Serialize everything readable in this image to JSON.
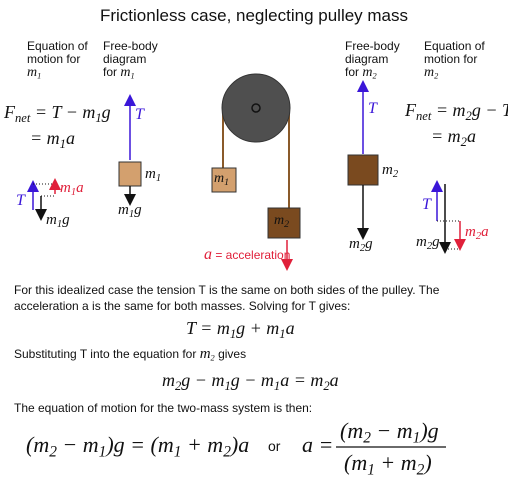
{
  "title": "Frictionless case, neglecting pulley mass",
  "left_eom_header": {
    "line1": "Equation of",
    "line2": "motion for",
    "mass": "m",
    "sub": "1"
  },
  "left_fbd_header": {
    "line1": "Free-body",
    "line2": "diagram",
    "prefix": "for",
    "mass": "m",
    "sub": "1"
  },
  "right_fbd_header": {
    "line1": "Free-body",
    "line2": "diagram",
    "prefix": "for",
    "mass": "m",
    "sub": "2"
  },
  "right_eom_header": {
    "line1": "Equation of",
    "line2": "motion for",
    "mass": "m",
    "sub": "2"
  },
  "eq_m1_line1": {
    "f": "F",
    "net": "net",
    "rest": "= T − m",
    "sub": "1",
    "g": "g"
  },
  "eq_m1_line2": {
    "pre": "= m",
    "sub": "1",
    "a": "a"
  },
  "eq_m2_line1": {
    "f": "F",
    "net": "net",
    "rest": "= m",
    "sub": "2",
    "post": "g − T"
  },
  "eq_m2_line2": {
    "pre": "= m",
    "sub": "2",
    "a": "a"
  },
  "vec": {
    "T": "T",
    "m1a": {
      "m": "m",
      "sub": "1",
      "a": "a"
    },
    "m1g": {
      "m": "m",
      "sub": "1",
      "g": "g"
    },
    "m2a": {
      "m": "m",
      "sub": "2",
      "a": "a"
    },
    "m2g": {
      "m": "m",
      "sub": "2",
      "g": "g"
    }
  },
  "accel_label": {
    "a": "a",
    "text": "= acceleration"
  },
  "para1_line1": "For this idealized case the tension T is the same on both sides of the pulley. The",
  "para1_line2": "acceleration a is the same for both masses. Solving for T gives:",
  "eq_T": {
    "lhs": "T = m",
    "s1": "1",
    "mid": "g + m",
    "s2": "1",
    "end": "a"
  },
  "para2": {
    "text": "Substituting T into the equation for",
    "m": "m",
    "sub": "2",
    "post": "gives"
  },
  "eq_sub": {
    "p1": "m",
    "s1": "2",
    "p2": "g − m",
    "s2": "1",
    "p3": "g − m",
    "s3": "1",
    "p4": "a = m",
    "s4": "2",
    "p5": "a"
  },
  "para3": "The equation of motion for the two-mass system is then:",
  "eq_final": {
    "l1": "(m",
    "s1": "2",
    "l2": " − m",
    "s2": "1",
    "l3": ")g = (m",
    "s3": "1",
    "l4": " + m",
    "s4": "2",
    "l5": ")a"
  },
  "or_text": "or",
  "eq_frac": {
    "a": "a =",
    "num1": "(m",
    "ns1": "2",
    "num2": " − m",
    "ns2": "1",
    "num3": ")g",
    "den1": "(m",
    "ds1": "1",
    "den2": " + m",
    "ds2": "2",
    "den3": ")"
  },
  "colors": {
    "tension": "#3a16d8",
    "accel": "#e0203a",
    "mass1": "#d3a06e",
    "mass2": "#7a4a1f",
    "pulley": "#4f4f4f",
    "rope": "#8a5a2a"
  }
}
